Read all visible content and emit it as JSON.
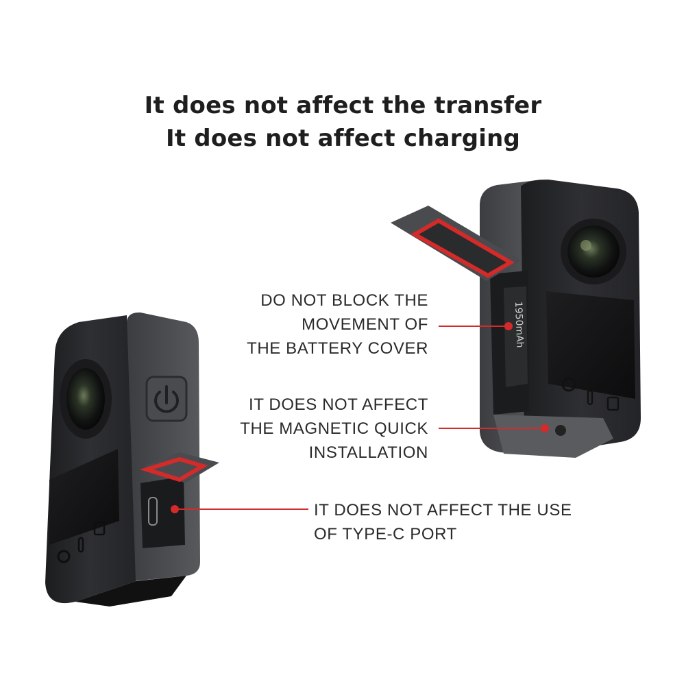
{
  "headline": {
    "line1": "It does not affect the transfer",
    "line2": "It does not affect charging"
  },
  "callouts": {
    "battery_cover": [
      "DO NOT BLOCK THE",
      "MOVEMENT OF",
      "THE BATTERY COVER"
    ],
    "magnetic": [
      "IT DOES NOT AFFECT",
      "THE MAGNETIC QUICK",
      "INSTALLATION"
    ],
    "typec": [
      "IT DOES NOT AFFECT THE USE",
      "OF TYPE-C PORT"
    ]
  },
  "battery_label": "1950mAh",
  "colors": {
    "accent": "#d42a2a",
    "case": "#2b2c2e",
    "case_dark": "#1a1b1d",
    "background": "#ffffff"
  }
}
